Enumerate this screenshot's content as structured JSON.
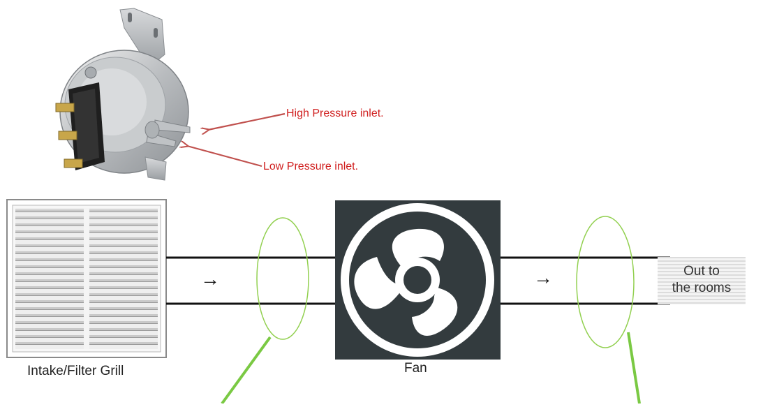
{
  "labels": {
    "high_pressure": "High Pressure inlet.",
    "low_pressure": "Low Pressure inlet.",
    "intake": "Intake/Filter Grill",
    "fan": "Fan",
    "out_line1": "Out to",
    "out_line2": "the rooms"
  },
  "arrows": {
    "flow_glyph": "→"
  },
  "colors": {
    "annotation_red": "#d02020",
    "arrow_red": "#c0504d",
    "ellipse_green": "#92d050",
    "pointer_green": "#7ac943",
    "fan_box": "#333b3e",
    "duct_line": "#111111"
  },
  "icons": {
    "pressure_switch": "pressure-switch-photo",
    "grill": "vent-grill-icon",
    "fan": "fan-icon"
  }
}
